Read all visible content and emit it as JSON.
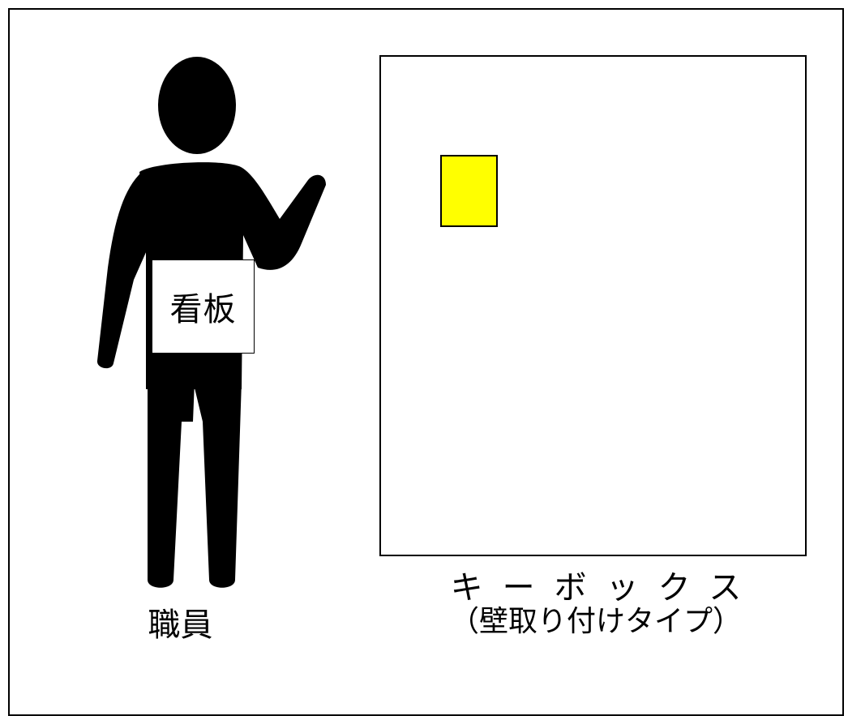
{
  "diagram": {
    "sign": {
      "label": "看板"
    },
    "staff": {
      "label": "職員"
    },
    "keybox": {
      "label_line1": "キーボックス",
      "label_line2": "（壁取り付けタイプ）"
    },
    "colors": {
      "silhouette": "#000000",
      "key_tag": "#ffff00",
      "border": "#000000",
      "background": "#ffffff"
    },
    "icons": {
      "person": "person-silhouette-icon"
    }
  }
}
